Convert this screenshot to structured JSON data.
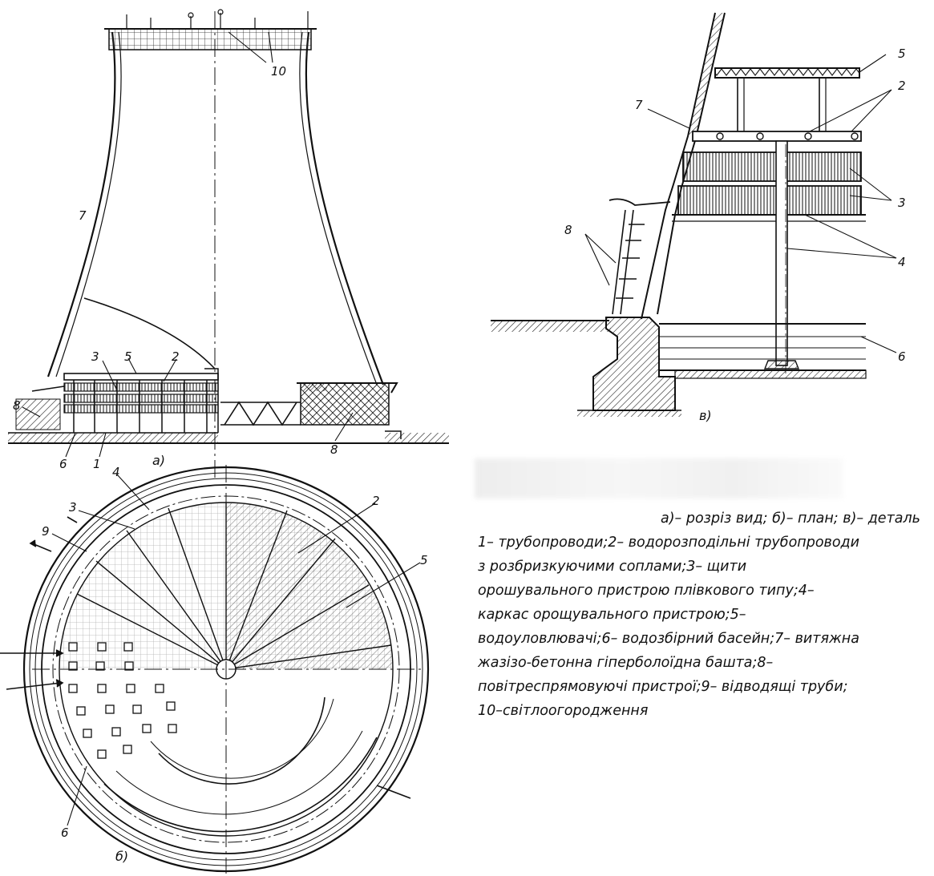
{
  "figures": {
    "a": {
      "sublabel": "а)",
      "labels": [
        "10",
        "7",
        "3",
        "5",
        "2",
        "8",
        "6",
        "1",
        "8"
      ]
    },
    "b": {
      "sublabel": "б)",
      "labels": [
        "4",
        "3",
        "9",
        "2",
        "5",
        "6"
      ]
    },
    "v": {
      "sublabel": "в)",
      "labels": [
        "5",
        "2",
        "7",
        "3",
        "8",
        "4",
        "6"
      ]
    }
  },
  "caption": {
    "line1": "а)– розріз вид; б)– план; в)– деталь",
    "line2": "1– трубопроводи;2– водорозподільні трубопроводи",
    "line3": "з розбризкуючими соплами;3– щити",
    "line4": "орошувального пристрою плівкового типу;4–",
    "line5": "каркас орощувального пристрою;5–",
    "line6": "водоуловлювачі;6– водозбірний басейн;7– витяжна",
    "line7": "жазізо-бетонна гіперболоїдна башта;8–",
    "line8": "повітреспрямовуючі пристрої;9– відводящі труби;",
    "line9": "10–світлоогородження"
  }
}
